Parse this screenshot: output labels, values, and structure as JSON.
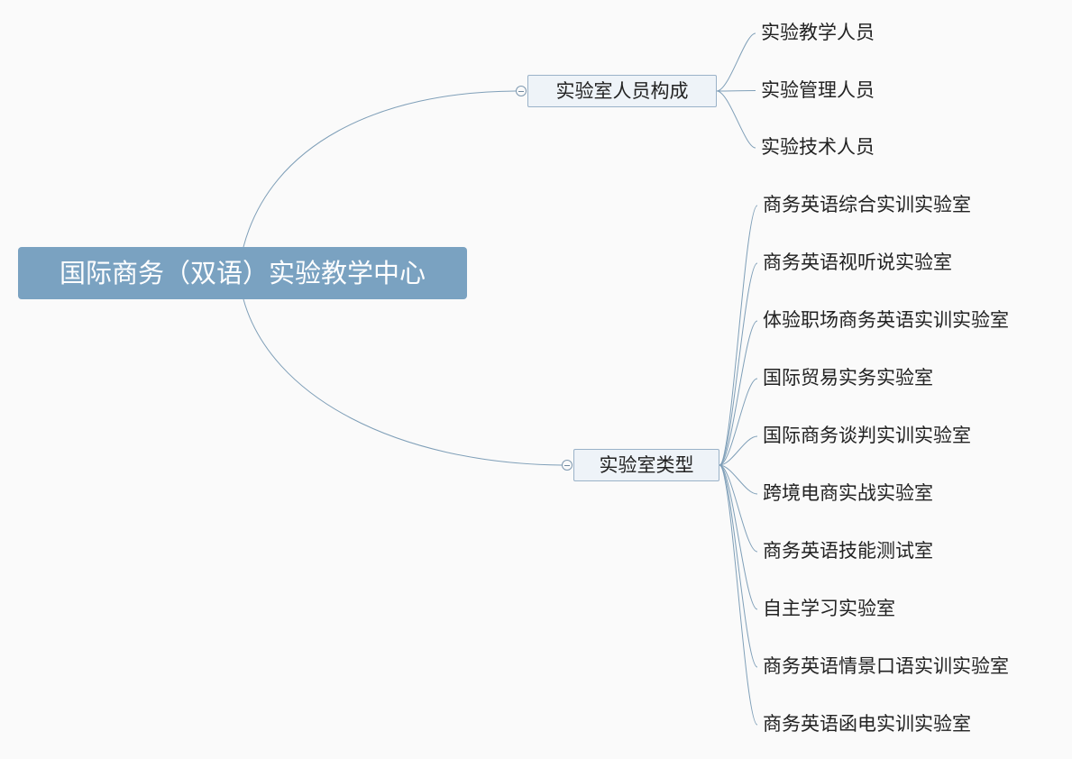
{
  "mindmap": {
    "root": {
      "label": "国际商务（双语）实验教学中心"
    },
    "branches": [
      {
        "label": "实验室人员构成",
        "children": [
          "实验教学人员",
          "实验管理人员",
          "实验技术人员"
        ]
      },
      {
        "label": "实验室类型",
        "children": [
          "商务英语综合实训实验室",
          "商务英语视听说实验室",
          "体验职场商务英语实训实验室",
          "国际贸易实务实验室",
          "国际商务谈判实训实验室",
          "跨境电商实战实验室",
          "商务英语技能测试室",
          "自主学习实验室",
          "商务英语情景口语实训实验室",
          "商务英语函电实训实验室"
        ]
      }
    ]
  },
  "colors": {
    "root_fill": "#7aa2c1",
    "branch_fill": "#eef3f8",
    "branch_border": "#9ab2c8",
    "connector": "#7f9fb8",
    "background": "#fafafa"
  }
}
